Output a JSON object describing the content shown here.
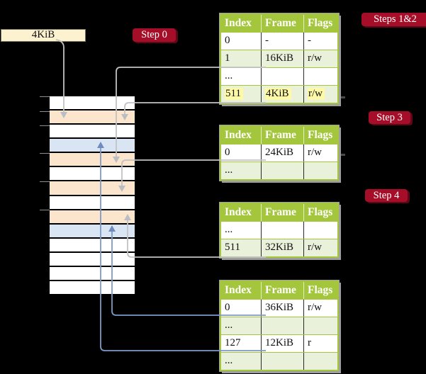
{
  "legend": {
    "label": "4KiB"
  },
  "badges": {
    "step0": "Step 0",
    "steps12": "Steps 1&2",
    "step3": "Step 3",
    "step4": "Step 4"
  },
  "memory": {
    "rows": [
      {
        "color": "white"
      },
      {
        "color": "peach"
      },
      {
        "color": "white"
      },
      {
        "color": "blue"
      },
      {
        "color": "peach"
      },
      {
        "color": "white"
      },
      {
        "color": "peach"
      },
      {
        "color": "white"
      },
      {
        "color": "peach"
      },
      {
        "color": "blue"
      },
      {
        "color": "white"
      },
      {
        "color": "white"
      },
      {
        "color": "white"
      },
      {
        "color": "white"
      }
    ]
  },
  "tables": [
    {
      "title": "page-table-steps-1-2",
      "headers": [
        "Index",
        "Frame",
        "Flags"
      ],
      "rows": [
        {
          "index": "0",
          "frame": "-",
          "flags": "-"
        },
        {
          "index": "1",
          "frame": "16KiB",
          "flags": "r/w"
        },
        {
          "index": "...",
          "frame": "",
          "flags": ""
        },
        {
          "index": "511",
          "frame": "4KiB",
          "flags": "r/w"
        }
      ]
    },
    {
      "title": "page-table-step-3",
      "headers": [
        "Index",
        "Frame",
        "Flags"
      ],
      "rows": [
        {
          "index": "0",
          "frame": "24KiB",
          "flags": "r/w"
        },
        {
          "index": "...",
          "frame": "",
          "flags": ""
        }
      ]
    },
    {
      "title": "page-table-step-4-upper",
      "headers": [
        "Index",
        "Frame",
        "Flags"
      ],
      "rows": [
        {
          "index": "...",
          "frame": "",
          "flags": ""
        },
        {
          "index": "511",
          "frame": "32KiB",
          "flags": "r/w"
        }
      ]
    },
    {
      "title": "page-table-step-4-lower",
      "headers": [
        "Index",
        "Frame",
        "Flags"
      ],
      "rows": [
        {
          "index": "0",
          "frame": "36KiB",
          "flags": "r/w"
        },
        {
          "index": "...",
          "frame": "",
          "flags": ""
        },
        {
          "index": "127",
          "frame": "12KiB",
          "flags": "r"
        },
        {
          "index": "...",
          "frame": "",
          "flags": ""
        }
      ]
    }
  ],
  "colors": {
    "background": "#000000",
    "table_header_green": "#A4C63C",
    "table_row_green": "#EAF1DB",
    "highlight_yellow": "#FEF9A6",
    "badge_red": "#A60D28",
    "memory_peach": "#FCE5CD",
    "memory_blue": "#D9E5F3",
    "connector_gray": "#C2C2C2",
    "connector_blue": "#7E9AC8",
    "legend_cream": "#FCF2CF"
  }
}
